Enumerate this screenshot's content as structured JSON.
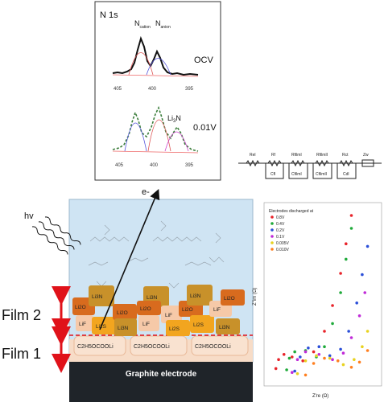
{
  "colors": {
    "electrolyte": "#cfe4f3",
    "graphite": "#1f2429",
    "li2o": "#d86b1e",
    "lif": "#f6c9a8",
    "li2s": "#f2a51f",
    "li3n": "#c8912a",
    "film_arrow": "#e0121a",
    "xps_fit": "#3a7d3a"
  },
  "xps": {
    "title": "N 1s",
    "peak_cation": "N",
    "peak_cation_sub": "cation",
    "peak_anion": "N",
    "peak_anion_sub": "anion",
    "label_ocv": "OCV",
    "peak_li3n": "Li3N",
    "label_low": "0.01V",
    "top_ticks": [
      "405",
      "400",
      "395"
    ],
    "bottom_ticks": [
      "405",
      "400",
      "395"
    ]
  },
  "circuit": {
    "labels": [
      "Rel",
      "Rf",
      "RfilmI",
      "RfilmII",
      "Rct",
      "Zw",
      "CfI",
      "CfilmI",
      "CfilmII",
      "Cdl"
    ]
  },
  "main": {
    "hv_label": "hv",
    "electron_label": "e-",
    "film2_label": "Film 2",
    "film1_label": "Film 1",
    "electrode_label": "Graphite electrode",
    "organic_label": "C2H5OCOOLi",
    "species": {
      "li2o": "Li2O",
      "li3n": "Li3N",
      "lif": "LiF",
      "li2s": "Li2S"
    }
  },
  "eis": {
    "title": "Electrodes discharged at",
    "ylabel": "Z''im (Ω)",
    "xlabel": "Z're (Ω)",
    "legend": [
      "0.8V",
      "0.4V",
      "0.2V",
      "0.1V",
      "0.005V",
      "0.010V"
    ],
    "series_colors": [
      "#e8232a",
      "#1faa3a",
      "#2b4fd8",
      "#c02bd8",
      "#e8d21f",
      "#ff7f1f"
    ]
  },
  "chart_data": {
    "type": "scatter",
    "title": "Electrodes discharged at",
    "series": [
      {
        "name": "0.8V",
        "x": [
          37,
          38,
          40,
          43,
          47,
          51,
          55,
          58,
          61,
          63,
          65
        ],
        "y": [
          6.1,
          6.8,
          7.2,
          7.0,
          6.7,
          7.4,
          9.0,
          11.0,
          13.5,
          15.8,
          18.0
        ]
      },
      {
        "name": "0.4V",
        "x": [
          41,
          42,
          44,
          48,
          52,
          55,
          58,
          61,
          63,
          65
        ],
        "y": [
          6.0,
          6.9,
          7.4,
          7.5,
          7.0,
          7.8,
          9.6,
          12.0,
          14.6,
          17.0
        ]
      },
      {
        "name": "0.2V",
        "x": [
          44,
          46,
          49,
          53,
          57,
          61,
          64,
          67,
          69,
          71
        ],
        "y": [
          5.9,
          7.0,
          7.7,
          7.8,
          7.1,
          7.6,
          9.0,
          11.2,
          13.4,
          15.6
        ]
      },
      {
        "name": "0.1V",
        "x": [
          43,
          45,
          48,
          53,
          58,
          62,
          65,
          68,
          70
        ],
        "y": [
          5.8,
          6.8,
          7.4,
          7.2,
          6.8,
          7.3,
          8.5,
          10.2,
          12.0
        ]
      },
      {
        "name": "0.005V",
        "x": [
          45,
          48,
          52,
          57,
          62,
          66,
          69,
          71
        ],
        "y": [
          5.7,
          6.7,
          7.1,
          6.9,
          6.4,
          6.8,
          7.8,
          9.0
        ]
      },
      {
        "name": "0.010V",
        "x": [
          48,
          51,
          55,
          60,
          65,
          68,
          71
        ],
        "y": [
          5.6,
          6.5,
          6.9,
          6.7,
          6.2,
          6.6,
          7.5
        ]
      }
    ],
    "xlabel": "Z're (Ω)",
    "ylabel": "Z''im (Ω)",
    "xlim": [
      35,
      75
    ],
    "ylim": [
      5,
      18
    ]
  }
}
